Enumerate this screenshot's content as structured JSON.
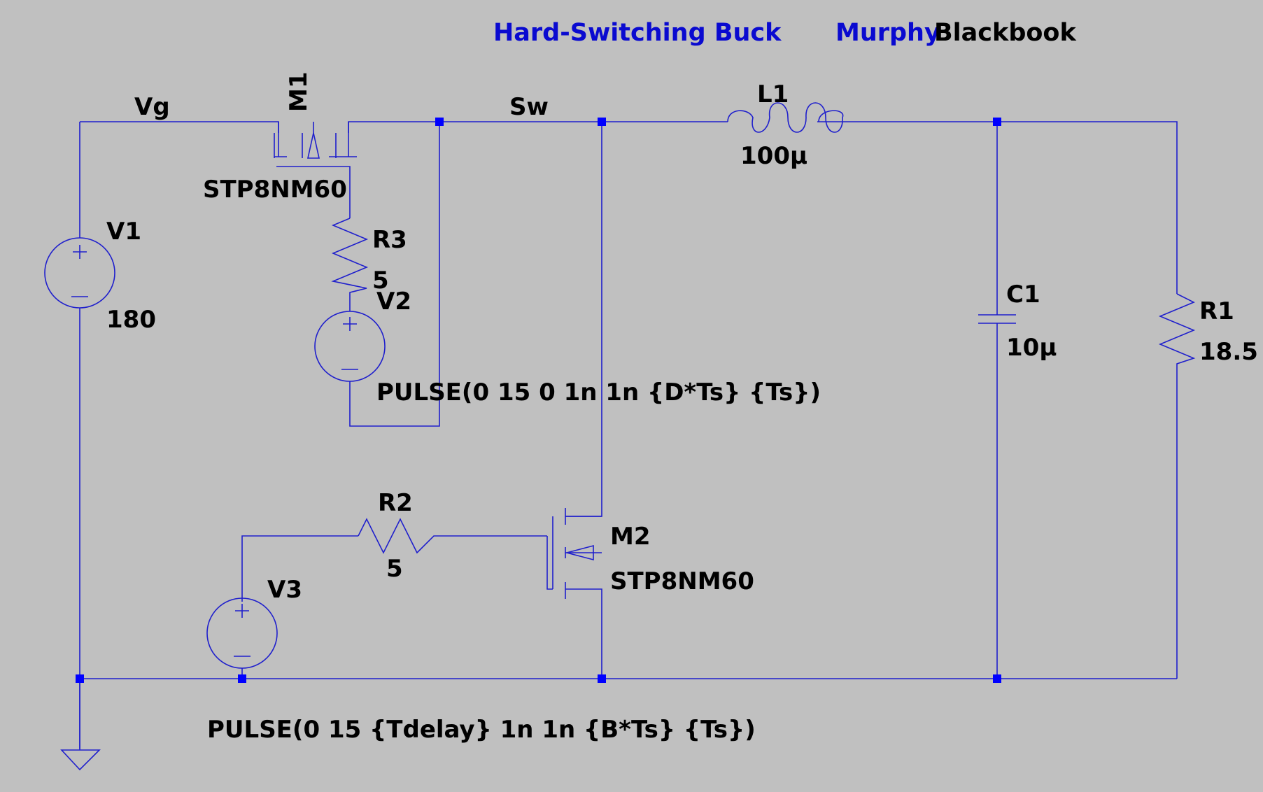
{
  "header": {
    "title": "Hard-Switching Buck",
    "author_first": "Murphy",
    "author_last": "Blackbook"
  },
  "nets": {
    "vg": "Vg",
    "sw": "Sw"
  },
  "components": {
    "v1": {
      "name": "V1",
      "value": "180"
    },
    "m1": {
      "name": "M1",
      "model": "STP8NM60"
    },
    "r3": {
      "name": "R3",
      "value": "5"
    },
    "v2": {
      "name": "V2",
      "value": "PULSE(0 15 0 1n 1n {D*Ts} {Ts})"
    },
    "l1": {
      "name": "L1",
      "value": "100µ"
    },
    "c1": {
      "name": "C1",
      "value": "10µ"
    },
    "r1": {
      "name": "R1",
      "value": "18.5"
    },
    "r2": {
      "name": "R2",
      "value": "5"
    },
    "m2": {
      "name": "M2",
      "model": "STP8NM60"
    },
    "v3": {
      "name": "V3",
      "value": "PULSE(0 15 {Tdelay} 1n 1n {B*Ts} {Ts})"
    }
  },
  "colors": {
    "background": "#c0c0c0",
    "wire": "#1f1fcc",
    "junction": "#0000ff",
    "header_text": "#0a0ad0",
    "label_text": "#000000"
  }
}
